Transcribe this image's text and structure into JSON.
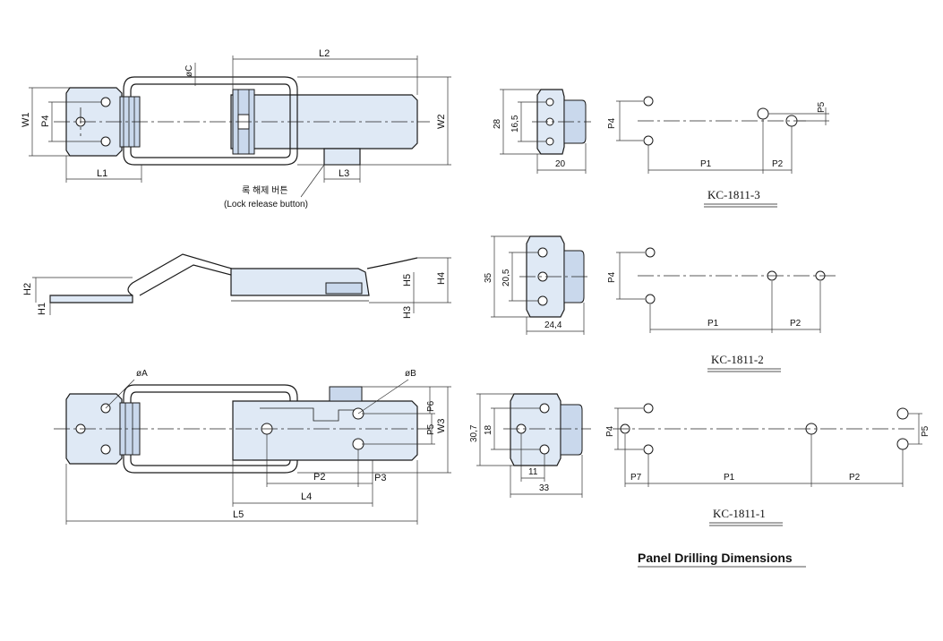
{
  "dimensions": {
    "top_view": {
      "L2": "L2",
      "phiC": "øC",
      "W1": "W1",
      "P4": "P4",
      "W2": "W2",
      "L1": "L1",
      "L3": "L3",
      "callout_ko": "록 해제 버튼",
      "callout_en": "(Lock release button)"
    },
    "side_view": {
      "H2": "H2",
      "H1": "H1",
      "H5": "H5",
      "H4": "H4",
      "H3": "H3"
    },
    "bottom_view": {
      "phiA": "øA",
      "phiB": "øB",
      "P6": "P6",
      "P5": "P5",
      "W3": "W3",
      "P2": "P2",
      "P3": "P3",
      "L4": "L4",
      "L5": "L5"
    }
  },
  "small_parts": {
    "kc3": {
      "h_outer": "28",
      "h_inner": "16,5",
      "w": "20"
    },
    "kc2": {
      "h_outer": "35",
      "h_inner": "20,5",
      "w": "24,4"
    },
    "kc1": {
      "h_outer": "30,7",
      "h_inner": "18",
      "w_inner": "11",
      "w": "33"
    }
  },
  "drilling": {
    "kc3": {
      "P4": "P4",
      "P1": "P1",
      "P2": "P2",
      "P5": "P5",
      "model": "KC-1811-3"
    },
    "kc2": {
      "P4": "P4",
      "P1": "P1",
      "P2": "P2",
      "model": "KC-1811-2"
    },
    "kc1": {
      "P4": "P4",
      "P7": "P7",
      "P1": "P1",
      "P2": "P2",
      "P5": "P5",
      "model": "KC-1811-1"
    }
  },
  "caption": "Panel Drilling Dimensions"
}
